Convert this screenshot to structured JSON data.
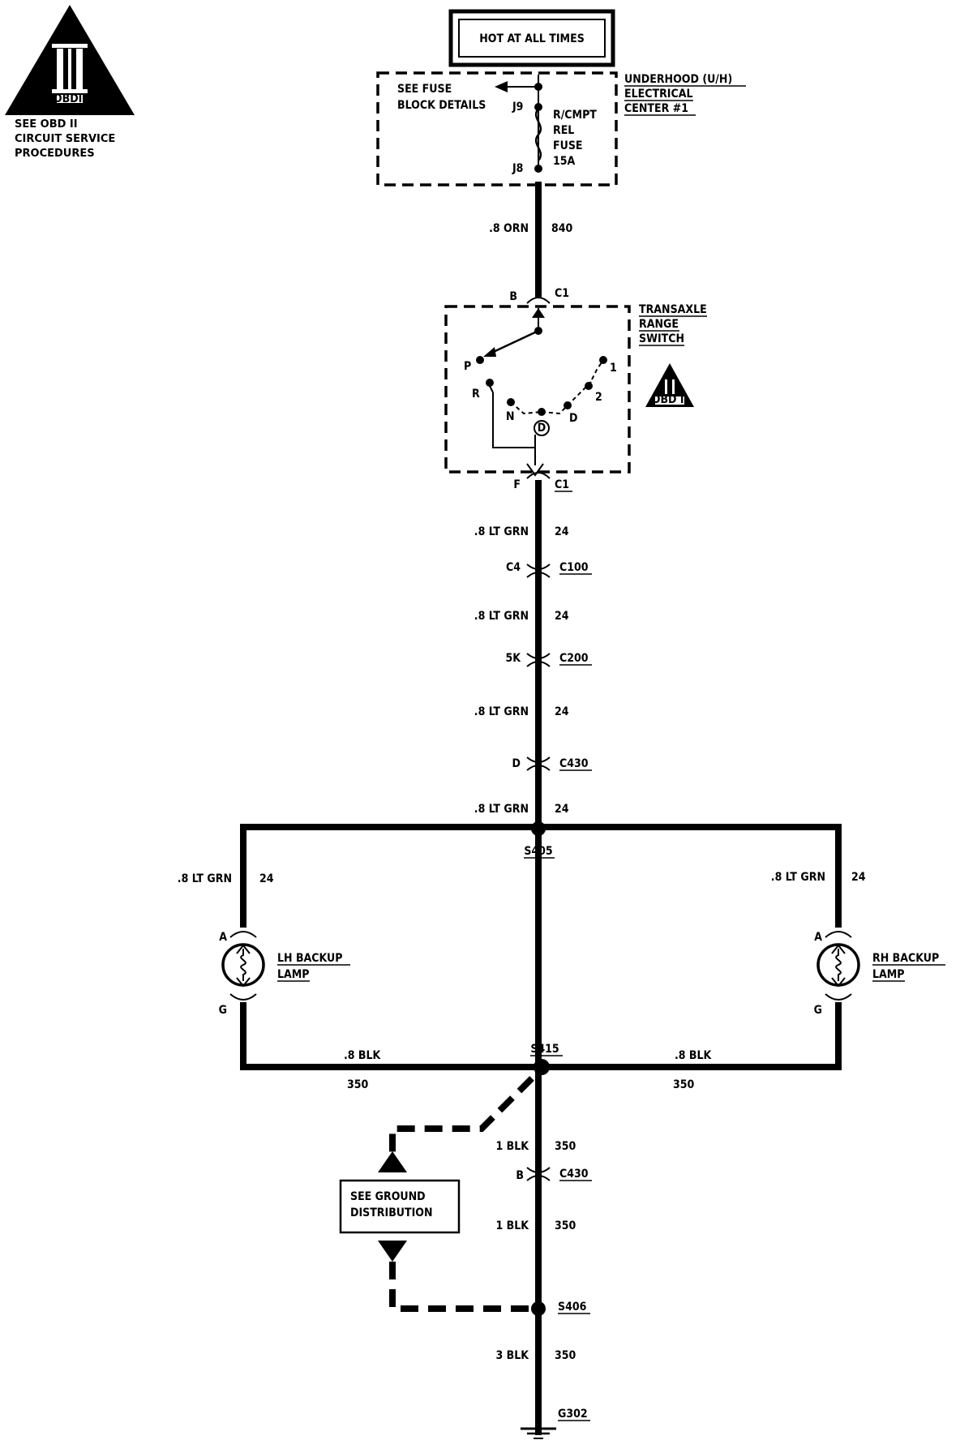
{
  "obd_badge": {
    "roman": "II",
    "plate": "OBDII",
    "note_lines": [
      "SEE OBD II",
      "CIRCUIT SERVICE",
      "PROCEDURES"
    ]
  },
  "power_source": "HOT AT ALL TIMES",
  "underhood": {
    "title_lines": [
      "UNDERHOOD (U/H)",
      "ELECTRICAL",
      "CENTER #1"
    ],
    "see_fuse_lines": [
      "SEE FUSE",
      "BLOCK DETAILS"
    ],
    "pin_top": "J9",
    "pin_bottom": "J8",
    "fuse_lines": [
      "R/CMPT",
      "REL",
      "FUSE",
      "15A"
    ]
  },
  "wire_840": {
    "gauge_color": ".8 ORN",
    "circuit": "840"
  },
  "transaxle": {
    "title_lines": [
      "TRANSAXLE",
      "RANGE",
      "SWITCH"
    ],
    "pin_top": "B",
    "conn_top": "C1",
    "pin_bottom": "F",
    "conn_bottom": "C1",
    "positions": {
      "p": "P",
      "r": "R",
      "n": "N",
      "d_circle": "D",
      "d": "D",
      "two": "2",
      "one": "1"
    },
    "badge_roman": "II",
    "badge_plate": "OBD II"
  },
  "wires_24": [
    {
      "gauge_color": ".8 LT GRN",
      "circuit": "24"
    },
    {
      "gauge_color": ".8 LT GRN",
      "circuit": "24"
    },
    {
      "gauge_color": ".8 LT GRN",
      "circuit": "24"
    },
    {
      "gauge_color": ".8 LT GRN",
      "circuit": "24"
    }
  ],
  "connectors": [
    {
      "pin": "C4",
      "name": "C100"
    },
    {
      "pin": "5K",
      "name": "C200"
    },
    {
      "pin": "D",
      "name": "C430"
    }
  ],
  "splice_top": "S405",
  "lh_branch": {
    "gauge_color": ".8 LT GRN",
    "circuit": "24"
  },
  "rh_branch": {
    "gauge_color": ".8 LT GRN",
    "circuit": "24"
  },
  "lh_lamp": {
    "pin_top": "A",
    "pin_bottom": "G",
    "name_lines": [
      "LH BACKUP",
      "LAMP"
    ]
  },
  "rh_lamp": {
    "pin_top": "A",
    "pin_bottom": "G",
    "name_lines": [
      "RH BACKUP",
      "LAMP"
    ]
  },
  "splice_ground": "S415",
  "ground_left": {
    "gauge_color": ".8 BLK",
    "circuit": "350"
  },
  "ground_right": {
    "gauge_color": ".8 BLK",
    "circuit": "350"
  },
  "ground_1": {
    "gauge_color": "1 BLK",
    "circuit": "350"
  },
  "c430b": {
    "pin": "B",
    "name": "C430"
  },
  "ground_2": {
    "gauge_color": "1 BLK",
    "circuit": "350"
  },
  "ground_dist_lines": [
    "SEE GROUND",
    "DISTRIBUTION"
  ],
  "splice_s406": "S406",
  "ground_3": {
    "gauge_color": "3 BLK",
    "circuit": "350"
  },
  "ground_point": "G302"
}
